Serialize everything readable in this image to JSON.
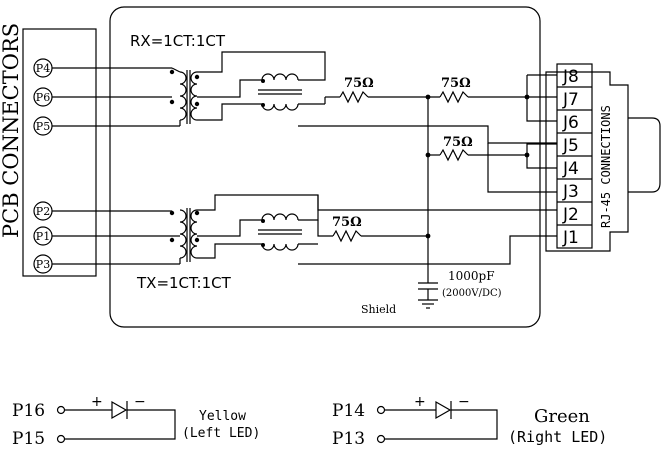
{
  "labels": {
    "pcb_connectors": "PCB CONNECTORS",
    "rj45_connections": "RJ-45 CONNECTIONS",
    "rx": "RX=1CT:1CT",
    "tx": "TX=1CT:1CT",
    "r_value": "75Ω",
    "cap_value": "1000pF",
    "cap_rating": "(2000V/DC)",
    "shield": "Shield"
  },
  "pcb_pins": [
    "P4",
    "P6",
    "P5",
    "P2",
    "P1",
    "P3"
  ],
  "rj45_pins": [
    "J8",
    "J7",
    "J6",
    "J5",
    "J4",
    "J3",
    "J2",
    "J1"
  ],
  "leds": [
    {
      "pin_a": "P16",
      "pin_b": "P15",
      "color": "Yellow",
      "desc": "(Left LED)"
    },
    {
      "pin_a": "P14",
      "pin_b": "P13",
      "color": "Green",
      "desc": "(Right LED)"
    }
  ],
  "polarity": {
    "plus": "+",
    "minus": "−"
  }
}
